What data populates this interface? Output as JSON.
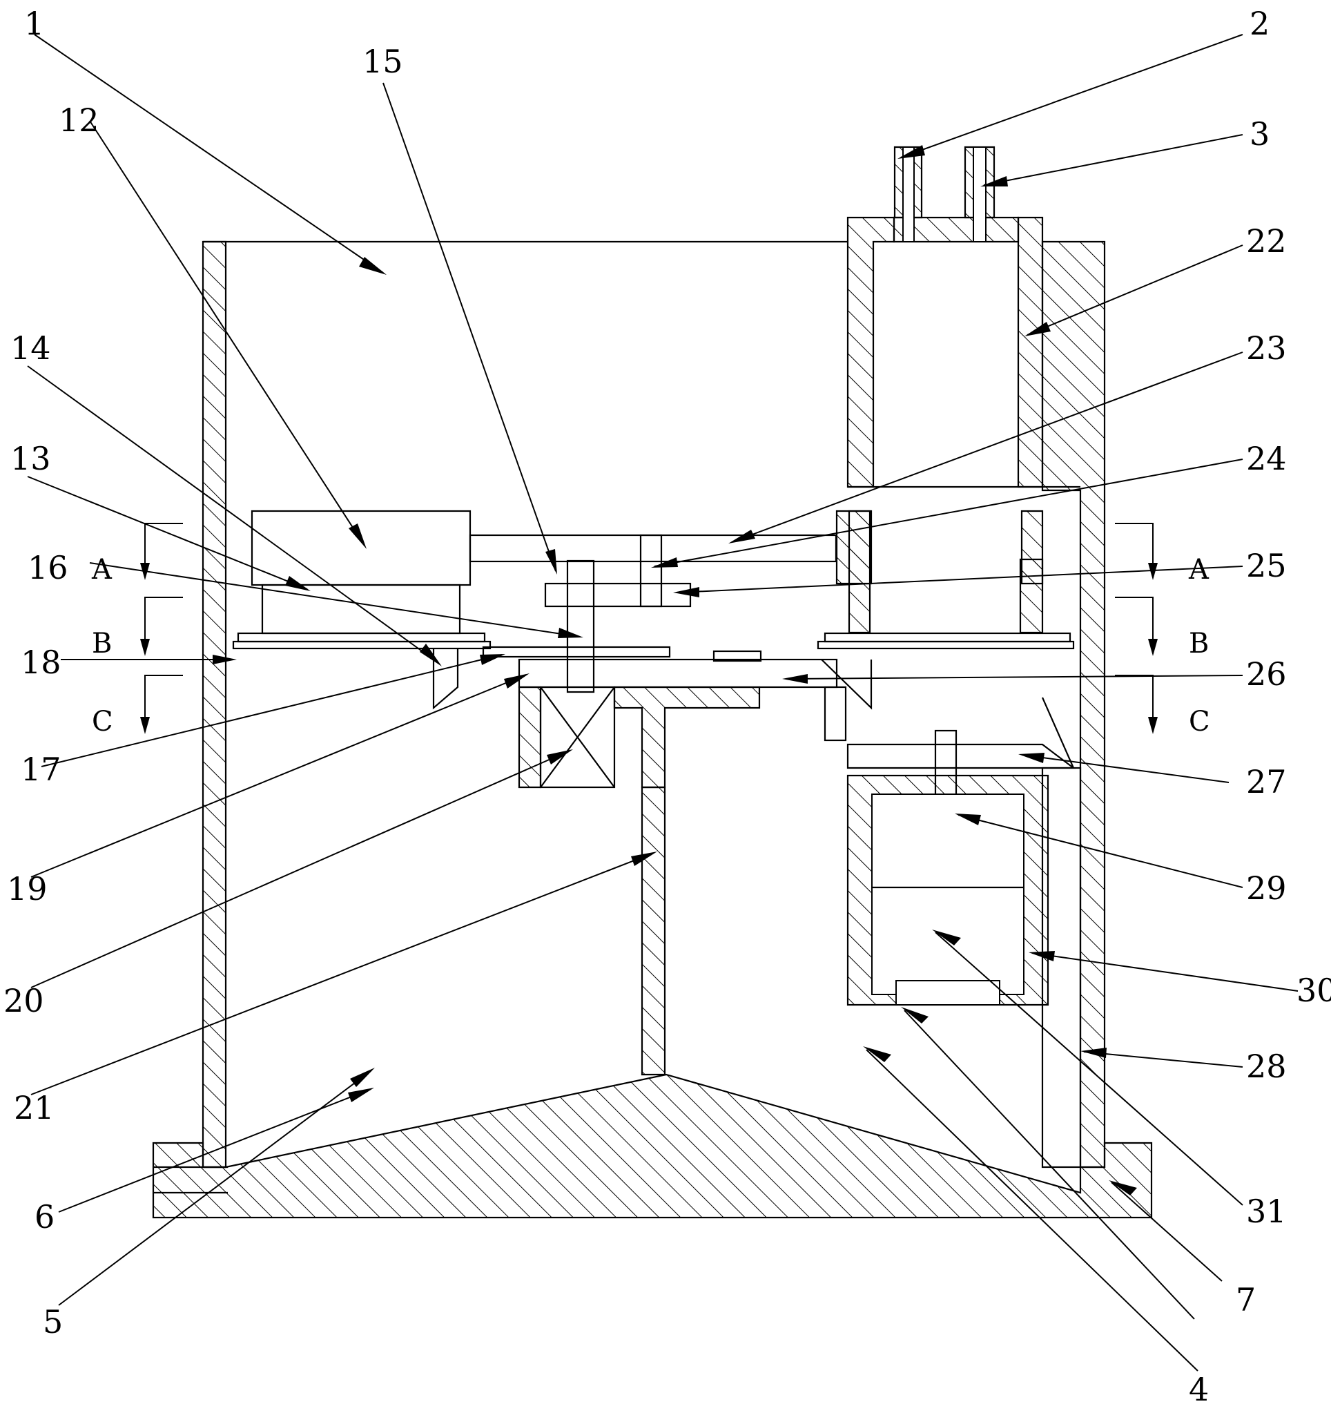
{
  "labels": [
    "1",
    "2",
    "3",
    "4",
    "5",
    "6",
    "7",
    "12",
    "13",
    "14",
    "15",
    "16",
    "17",
    "18",
    "19",
    "20",
    "21",
    "22",
    "23",
    "24",
    "25",
    "26",
    "27",
    "28",
    "29",
    "30",
    "31"
  ],
  "section_marks": {
    "left": [
      "A",
      "B",
      "C"
    ],
    "right": [
      "A",
      "B",
      "C"
    ]
  }
}
